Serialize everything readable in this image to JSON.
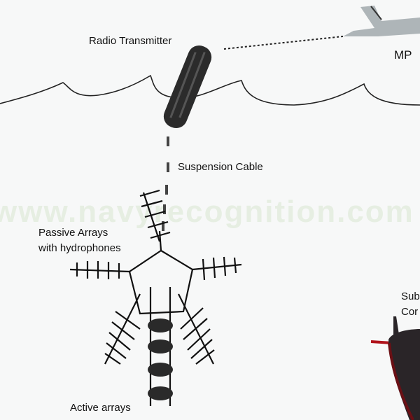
{
  "watermark": "www.navyrecognition.com",
  "labels": {
    "radio_transmitter": "Radio Transmitter",
    "suspension_cable": "Suspension Cable",
    "passive_arrays_line1": "Passive Arrays",
    "passive_arrays_line2": "with hydrophones",
    "active_arrays": "Active arrays",
    "mpa": "MP",
    "submarine_line1": "Sub",
    "submarine_line2": "Cor"
  },
  "colors": {
    "ink": "#111111",
    "aircraft": "#aeb5b8",
    "submarine": "#2a2528",
    "submarine_red": "#b0121a"
  }
}
